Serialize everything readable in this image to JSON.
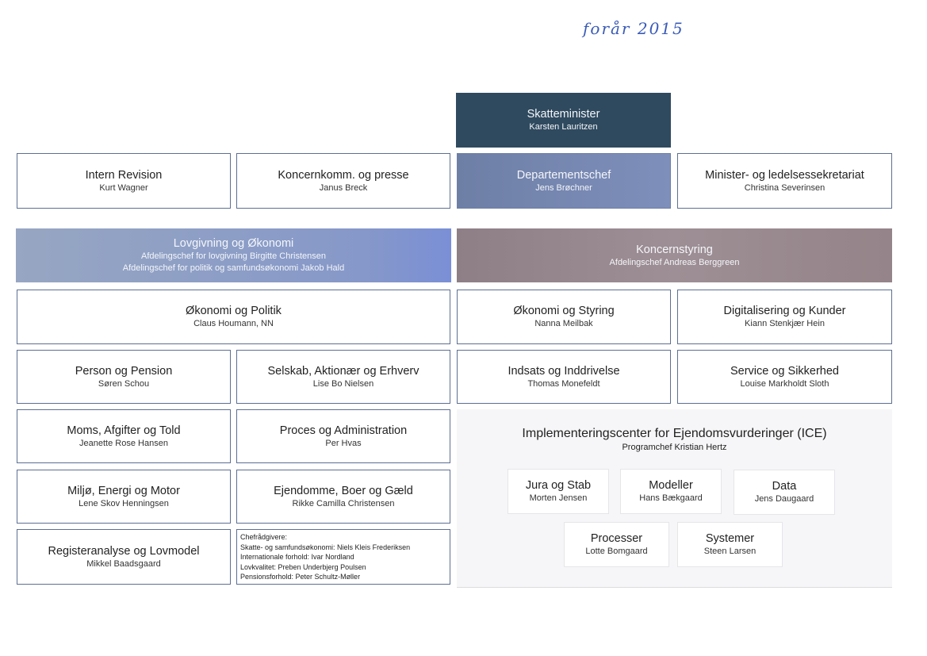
{
  "handwritten_note": "forår 2015",
  "boxes": [
    {
      "title": "Skatteminister",
      "subtitle": "Karsten Lauritzen"
    },
    {
      "title": "Intern Revision",
      "subtitle": "Kurt Wagner"
    },
    {
      "title": "Koncernkomm. og presse",
      "subtitle": "Janus Breck"
    },
    {
      "title": "Departementschef",
      "subtitle": "Jens Brøchner"
    },
    {
      "title": "Minister- og ledelsessekretariat",
      "subtitle": "Christina Severinsen"
    },
    {
      "title": "Lovgivning og Økonomi",
      "subtitle": "Afdelingschef for lovgivning Birgitte Christensen",
      "subtitle2": "Afdelingschef for politik og samfundsøkonomi Jakob Hald"
    },
    {
      "title": "Koncernstyring",
      "subtitle": "Afdelingschef Andreas Berggreen"
    },
    {
      "title": "Økonomi og Politik",
      "subtitle": "Claus Houmann, NN"
    },
    {
      "title": "Økonomi og Styring",
      "subtitle": "Nanna Meilbak"
    },
    {
      "title": "Digitalisering og Kunder",
      "subtitle": "Kiann Stenkjær Hein"
    },
    {
      "title": "Person og Pension",
      "subtitle": "Søren Schou"
    },
    {
      "title": "Selskab, Aktionær og Erhverv",
      "subtitle": "Lise Bo Nielsen"
    },
    {
      "title": "Indsats og Inddrivelse",
      "subtitle": "Thomas Monefeldt"
    },
    {
      "title": "Service og Sikkerhed",
      "subtitle": "Louise Markholdt Sloth"
    },
    {
      "title": "Moms, Afgifter og Told",
      "subtitle": "Jeanette Rose Hansen"
    },
    {
      "title": "Proces og Administration",
      "subtitle": "Per Hvas"
    },
    {
      "title": "Miljø, Energi og Motor",
      "subtitle": "Lene Skov Henningsen"
    },
    {
      "title": "Ejendomme, Boer og Gæld",
      "subtitle": "Rikke Camilla Christensen"
    },
    {
      "title": "Registeranalyse og Lovmodel",
      "subtitle": "Mikkel Baadsgaard"
    },
    {
      "title": "Jura og Stab",
      "subtitle": "Morten Jensen"
    },
    {
      "title": "Modeller",
      "subtitle": "Hans Bækgaard"
    },
    {
      "title": "Data",
      "subtitle": "Jens Daugaard"
    },
    {
      "title": "Processer",
      "subtitle": "Lotte Bomgaard"
    },
    {
      "title": "Systemer",
      "subtitle": "Steen Larsen"
    }
  ],
  "ice": {
    "title": "Implementeringscenter for Ejendomsvurderinger (ICE)",
    "subtitle": "Programchef Kristian Hertz"
  },
  "chefraadgivere": {
    "heading": "Chefrådgivere:",
    "lines": [
      "Skatte- og samfundsøkonomi: Niels Kleis Frederiksen",
      "Internationale forhold: Ivar Nordland",
      "Lovkvalitet: Preben Underbjerg Poulsen",
      "Pensionsforhold: Peter Schultz-Møller"
    ]
  }
}
